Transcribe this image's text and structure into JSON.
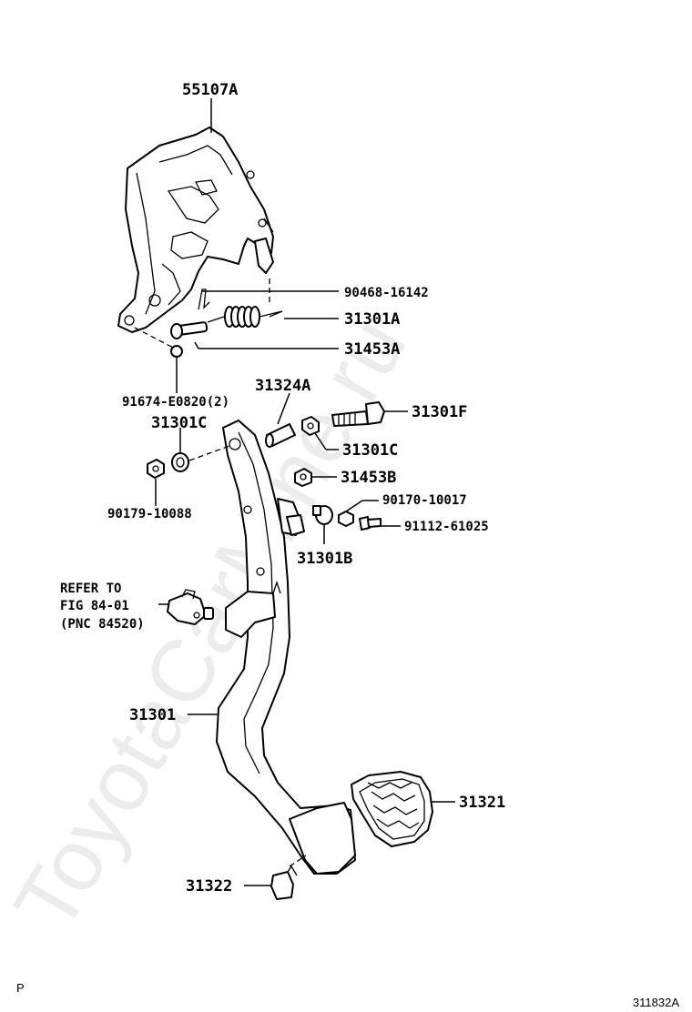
{
  "watermark": "ToyotaCarMine.ru",
  "labels": {
    "bracket": "55107A",
    "clip": "90468-16142",
    "spring": "31301A",
    "pin": "31453A",
    "bolt_small": "91674-E0820(2)",
    "collar_top": "31324A",
    "bolt_long": "31301F",
    "bushing_left": "31301C",
    "bushing_right": "31301C",
    "stopper": "31453B",
    "nut_right": "90170-10017",
    "bolt_right": "91112-61025",
    "cushion": "31301B",
    "nut_left": "90179-10088",
    "refer_line1": "REFER TO",
    "refer_line2": "FIG 84-01",
    "refer_line3": "(PNC 84520)",
    "pedal_lever": "31301",
    "pedal_pad": "31321",
    "pad_stopper": "31322"
  },
  "footer": {
    "left_code": "P",
    "figure_id": "311832A"
  }
}
